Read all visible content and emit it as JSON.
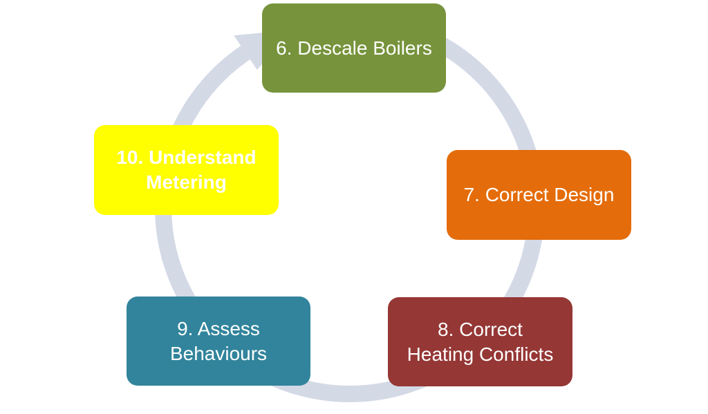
{
  "colors": {
    "ring": "#d4d9e6",
    "step6": "#77933c",
    "step7": "#e46c0a",
    "step8": "#953735",
    "step9": "#31849b",
    "step10": "#ffff00"
  },
  "steps": [
    {
      "id": "6",
      "label": "6. Descale Boilers"
    },
    {
      "id": "7",
      "label": "7. Correct Design"
    },
    {
      "id": "8",
      "label": "8. Correct\nHeating Conflicts"
    },
    {
      "id": "9",
      "label": "9. Assess\nBehaviours"
    },
    {
      "id": "10",
      "label": "10. Understand\nMetering"
    }
  ]
}
